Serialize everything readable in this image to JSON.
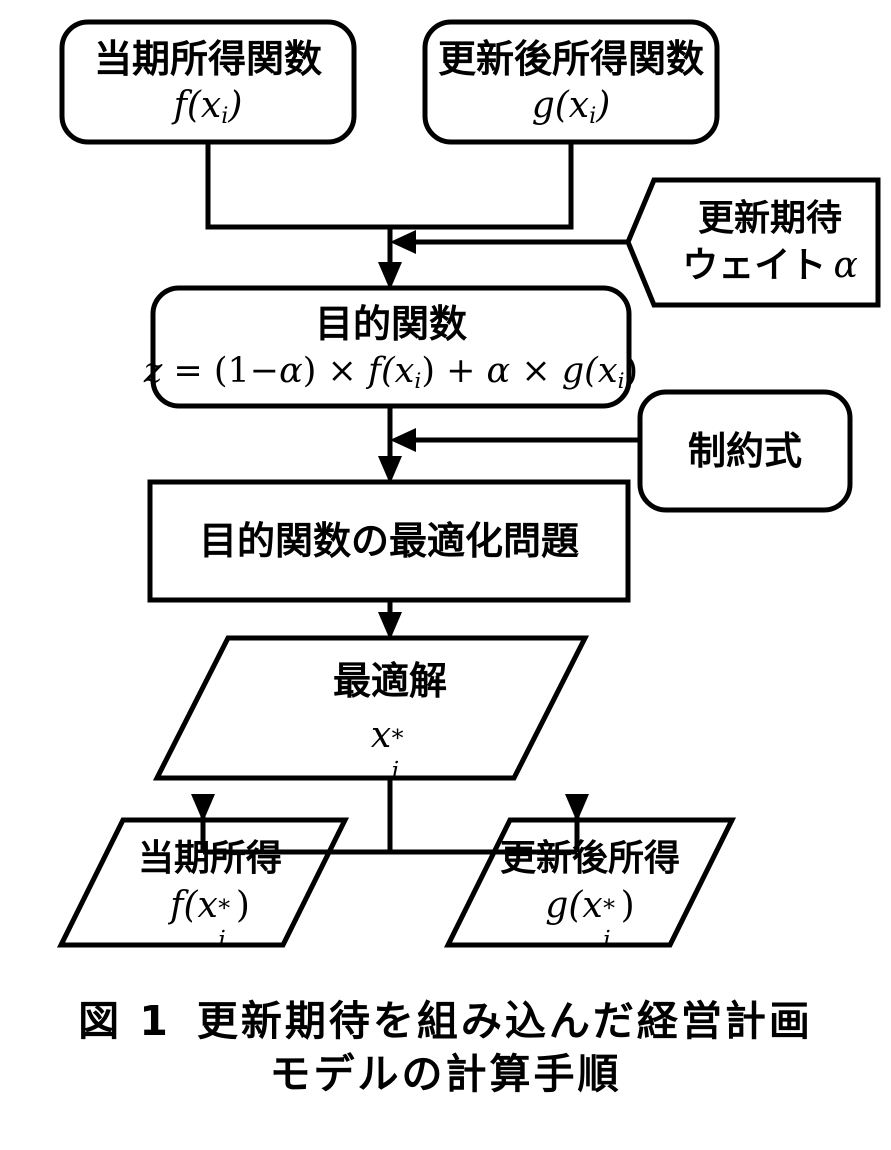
{
  "figure": {
    "type": "flowchart",
    "title": "更新期待を組み込んだ経営計画モデルの計算手順",
    "caption": {
      "number": "図 1",
      "line1": "更新期待を組み込んだ経営計画",
      "line2": "モデルの計算手順"
    },
    "colors": {
      "stroke": "#000000",
      "fill": "#ffffff",
      "background": "#ffffff"
    }
  },
  "nodes": {
    "current_income_function": {
      "shape": "rounded-rectangle",
      "label": "当期所得関数",
      "formula_base": "f(x",
      "formula_sub": "i",
      "formula_close": ")"
    },
    "updated_income_function": {
      "shape": "rounded-rectangle",
      "label": "更新後所得関数",
      "formula_base": "g(x",
      "formula_sub": "i",
      "formula_close": ")"
    },
    "renewal_weight": {
      "shape": "pentagon-left-arrow",
      "label_line1": "更新期待",
      "label_line2": "ウェイト",
      "symbol": "α"
    },
    "objective_function": {
      "shape": "rounded-rectangle",
      "label": "目的関数",
      "formula": {
        "z": "z",
        "eq": " = (1",
        "minus": "−",
        "alpha1": "α",
        "times1": ") × ",
        "f": "f",
        "fx": "(x",
        "fsub": "i",
        "fclose": ") + ",
        "alpha2": "α",
        "times2": " × ",
        "g": "g",
        "gx": "(x",
        "gsub": "i",
        "gclose": ")"
      },
      "formula_plain": "z = (1−α) × f(xi) + α × g(xi)"
    },
    "constraints": {
      "shape": "rounded-rectangle",
      "label": "制約式"
    },
    "optimization_problem": {
      "shape": "rectangle",
      "label": "目的関数の最適化問題"
    },
    "optimal_solution": {
      "shape": "parallelogram",
      "label": "最適解",
      "formula_base": "x",
      "formula_sup": "*",
      "formula_sub": "i"
    },
    "current_income_result": {
      "shape": "parallelogram",
      "label": "当期所得",
      "formula_fn": "f",
      "formula_base": "(x",
      "formula_sup": "*",
      "formula_sub": "i",
      "formula_close": ")"
    },
    "updated_income_result": {
      "shape": "parallelogram",
      "label": "更新後所得",
      "formula_fn": "g",
      "formula_base": "(x",
      "formula_sup": "*",
      "formula_sub": "i",
      "formula_close": ")"
    }
  },
  "edges": [
    {
      "from": "current_income_function",
      "to": "objective_function",
      "style": "elbow-merge-arrow"
    },
    {
      "from": "updated_income_function",
      "to": "objective_function",
      "style": "elbow-merge-arrow"
    },
    {
      "from": "renewal_weight",
      "to": "objective_function",
      "style": "horizontal-arrow-left"
    },
    {
      "from": "objective_function",
      "to": "optimization_problem",
      "style": "vertical-arrow-down"
    },
    {
      "from": "constraints",
      "to": "optimization_problem",
      "style": "horizontal-arrow-left"
    },
    {
      "from": "optimization_problem",
      "to": "optimal_solution",
      "style": "vertical-arrow-down"
    },
    {
      "from": "optimal_solution",
      "to": "current_income_result",
      "style": "split-arrow-down"
    },
    {
      "from": "optimal_solution",
      "to": "updated_income_result",
      "style": "split-arrow-down"
    }
  ]
}
